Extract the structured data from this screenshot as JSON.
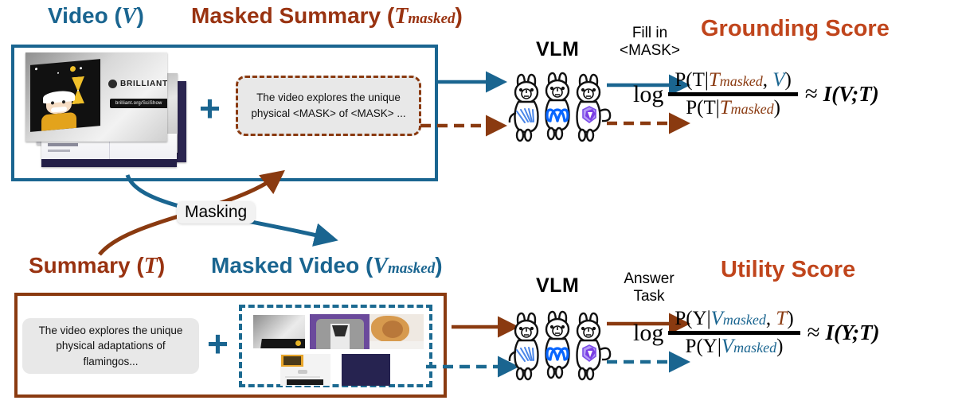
{
  "colors": {
    "blue": "#1A6590",
    "brown": "#8A3A10",
    "orange": "#C0451C",
    "bubble_bg": "#E8E8E8"
  },
  "top_row": {
    "video_title": {
      "text": "Video (",
      "sym": "V",
      "close": ")"
    },
    "masked_summary_title": {
      "text": "Masked Summary (",
      "sym": "T",
      "sub": "masked",
      "close": ")"
    },
    "plus": "+",
    "masked_summary_text": "The video explores the unique physical <MASK> of <MASK> ...",
    "vlm_label": "VLM",
    "step_label_line1": "Fill in",
    "step_label_line2": "<MASK>",
    "score_title": "Grounding Score",
    "formula": {
      "log": "log",
      "numerator": {
        "p": "P(T|",
        "var1": "T",
        "var1sub": "masked",
        "comma": ", ",
        "var2": "V",
        "close": ")"
      },
      "denominator": {
        "p": "P(T|",
        "var1": "T",
        "var1sub": "masked",
        "close": ")"
      },
      "approx": "≈",
      "result": "I(V;T)"
    }
  },
  "masking": {
    "label": "Masking"
  },
  "bottom_row": {
    "summary_title": {
      "text": "Summary (",
      "sym": "T",
      "close": ")"
    },
    "masked_video_title": {
      "text": "Masked Video (",
      "sym": "V",
      "sub": "masked",
      "close": ")"
    },
    "plus": "+",
    "summary_text": "The video explores the unique physical adaptations of flamingos...",
    "vlm_label": "VLM",
    "step_label_line1": "Answer",
    "step_label_line2": "Task",
    "score_title": "Utility Score",
    "formula": {
      "log": "log",
      "numerator": {
        "p": "P(Y|",
        "var1": "V",
        "var1sub": "masked",
        "comma": ", ",
        "var2": "T",
        "close": ")"
      },
      "denominator": {
        "p": "P(Y|",
        "var1": "V",
        "var1sub": "masked",
        "close": ")"
      },
      "approx": "≈",
      "result": "I(Y;T)"
    }
  },
  "video_thumbnail": {
    "brand": "BRILLIANT",
    "url": "brilliant.org/SciShow"
  }
}
